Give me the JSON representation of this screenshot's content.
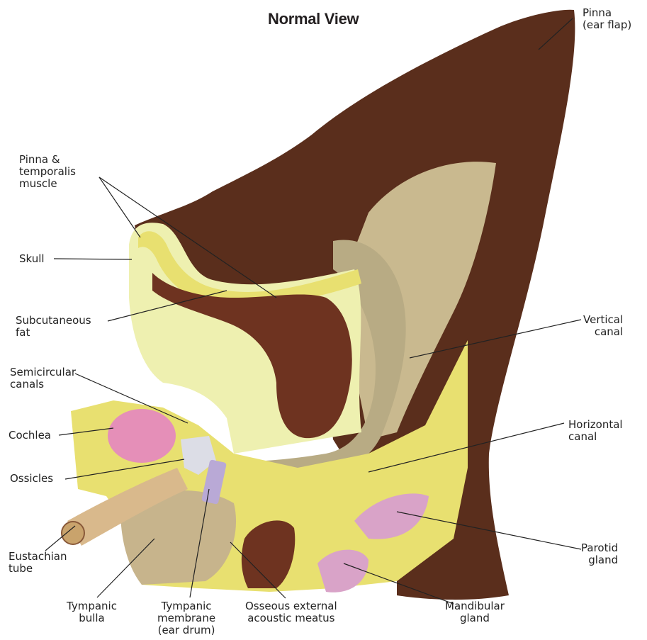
{
  "title": "Normal View",
  "labels": {
    "pinna": "Pinna\n(ear flap)",
    "pinna_temporalis": "Pinna &\ntemporalis\nmuscle",
    "skull": "Skull",
    "subcutaneous_fat": "Subcutaneous\nfat",
    "semicircular_canals": "Semicircular\ncanals",
    "cochlea": "Cochlea",
    "ossicles": "Ossicles",
    "eustachian_tube": "Eustachian\ntube",
    "tympanic_bulla": "Tympanic\nbulla",
    "tympanic_membrane": "Tympanic\nmembrane\n(ear drum)",
    "osseous_meatus": "Osseous external\nacoustic meatus",
    "mandibular_gland": "Mandibular\ngland",
    "parotid_gland": "Parotid\ngland",
    "horizontal_canal": "Horizontal\ncanal",
    "vertical_canal": "Vertical\ncanal"
  },
  "colors": {
    "fur": "#5a2e1c",
    "fur_dark": "#3b1d11",
    "cartilage": "#c9b98f",
    "canal": "#b8ab84",
    "fat": "#e8e070",
    "skull_bone": "#eef0b0",
    "muscle": "#6e3320",
    "cochlea": "#e58fb8",
    "gland": "#d9a3c8",
    "ossicle": "#dcdde6",
    "eardrum": "#b9a9d6",
    "eustachian": "#d9b98c"
  }
}
